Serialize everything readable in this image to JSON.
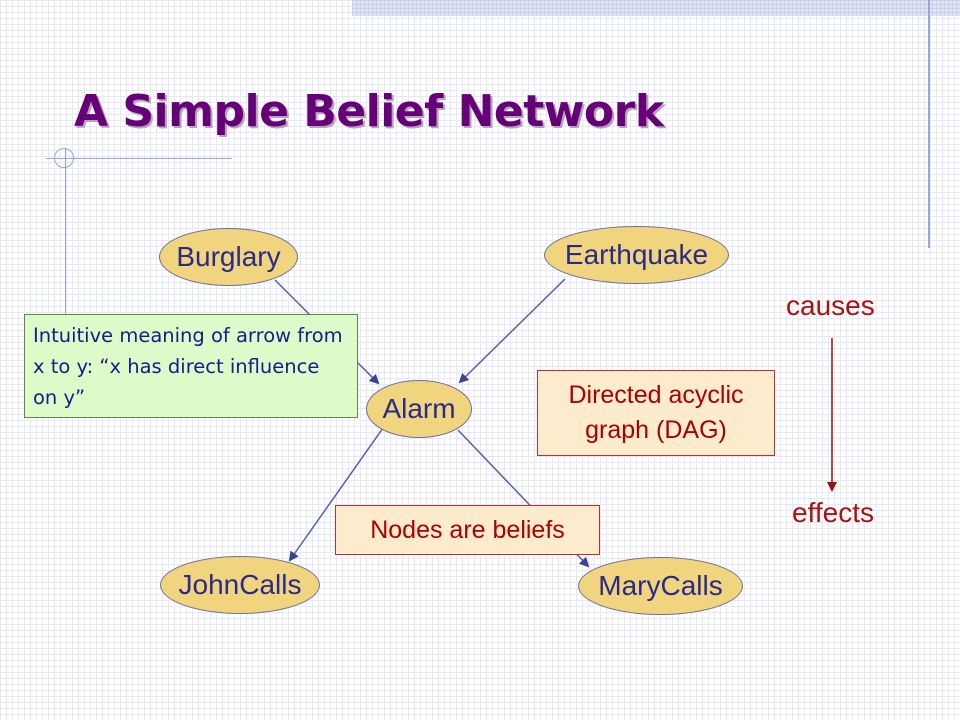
{
  "title": "A Simple Belief Network",
  "nodes": {
    "burglary": "Burglary",
    "earthquake": "Earthquake",
    "alarm": "Alarm",
    "johncalls": "JohnCalls",
    "marycalls": "MaryCalls"
  },
  "edges": [
    {
      "from": "Burglary",
      "to": "Alarm"
    },
    {
      "from": "Earthquake",
      "to": "Alarm"
    },
    {
      "from": "Alarm",
      "to": "JohnCalls"
    },
    {
      "from": "Alarm",
      "to": "MaryCalls"
    }
  ],
  "notes": {
    "arrow_meaning": "Intuitive meaning of arrow from x to y: “x has direct influence on y”",
    "dag_line1": "Directed acyclic",
    "dag_line2": "graph (DAG)",
    "nodes_beliefs": "Nodes are beliefs"
  },
  "legend": {
    "causes": "causes",
    "effects": "effects"
  },
  "colors": {
    "title": "#660077",
    "node_fill": "#f0d57e",
    "node_text": "#2a2a8a",
    "edge": "#5560a8",
    "causal_arrow": "#991111",
    "note_green": "#dcfbc8",
    "note_orange": "#fcebcc"
  }
}
